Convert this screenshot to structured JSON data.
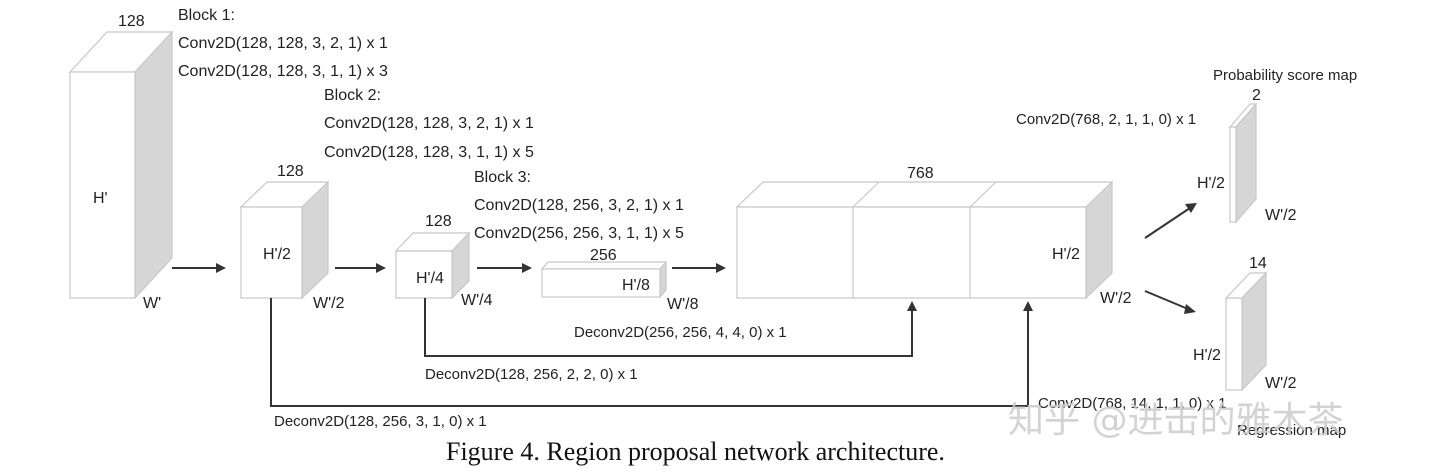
{
  "block1": {
    "title": "Block 1:",
    "line1": "Conv2D(128,  128, 3, 2, 1) x 1",
    "line2": "Conv2D(128,  128, 3, 1, 1) x 3"
  },
  "block2": {
    "title": "Block 2:",
    "line1": "Conv2D(128,  128, 3, 2, 1) x 1",
    "line2": "Conv2D(128,  128, 3, 1, 1) x 5"
  },
  "block3": {
    "title": "Block 3:",
    "line1": "Conv2D(128,  256, 3, 2, 1) x 1",
    "line2": "Conv2D(256,  256, 3, 1, 1) x 5"
  },
  "input": {
    "channels": "128",
    "height": "H'",
    "width": "W'"
  },
  "stage1": {
    "channels": "128",
    "height": "H'/2",
    "width": "W'/2"
  },
  "stage2": {
    "channels": "128",
    "height": "H'/4",
    "width": "W'/4"
  },
  "stage3": {
    "channels": "256",
    "height": "H'/8",
    "width": "W'/8"
  },
  "concat": {
    "channels": "768",
    "height": "H'/2",
    "width": "W'/2"
  },
  "deconv": {
    "a": "Deconv2D(256,  256, 4, 4, 0) x 1",
    "b": "Deconv2D(128,  256, 2, 2, 0) x 1",
    "c": "Deconv2D(128,  256, 3, 1, 0) x 1"
  },
  "prob_head": {
    "title": "Probability score map",
    "conv": "Conv2D(768, 2, 1, 1, 0) x 1",
    "channels": "2",
    "height": "H'/2",
    "width": "W'/2"
  },
  "reg_head": {
    "title": "Regression map",
    "conv": "Conv2D(768, 14, 1, 1, 0) x 1",
    "channels": "14",
    "height": "H'/2",
    "width": "W'/2"
  },
  "caption": "Figure 4. Region proposal network architecture.",
  "watermark": "知乎 @进击的雅木茶"
}
